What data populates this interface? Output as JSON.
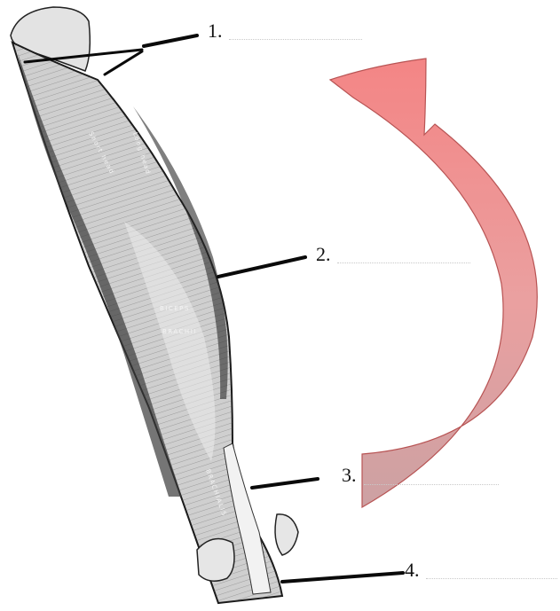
{
  "labels": [
    {
      "id": "label-1",
      "number": "1."
    },
    {
      "id": "label-2",
      "number": "2."
    },
    {
      "id": "label-3",
      "number": "3."
    },
    {
      "id": "label-4",
      "number": "4."
    }
  ],
  "image_text": {
    "muscle_1": "BICEPS",
    "muscle_2": "BRACHII",
    "muscle_3": "BRACHIALIS",
    "short_head": "Short head",
    "long_head": "Long head"
  },
  "colors": {
    "arrow_fill": "#f08080",
    "arrow_stroke": "#b83838",
    "muscle_fill": "#cfcfcf",
    "line_color": "#0a0a0a"
  }
}
